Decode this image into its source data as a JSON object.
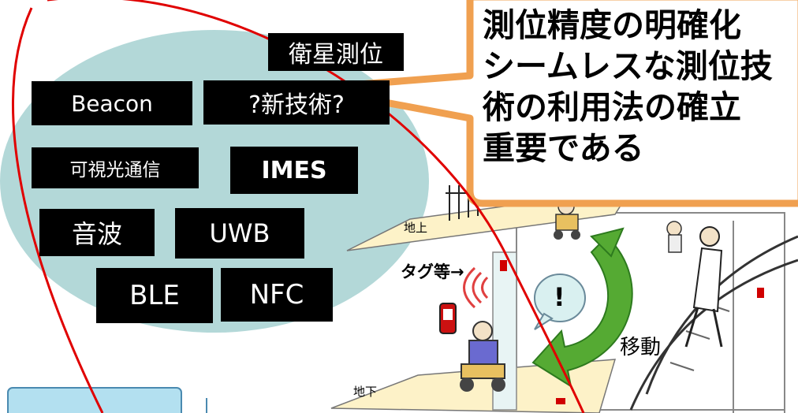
{
  "technologies": {
    "satellite": "衛星測位",
    "beacon": "Beacon",
    "new_tech": "?新技術?",
    "vlc": "可視光通信",
    "imes": "IMES",
    "sound": "音波",
    "uwb": "UWB",
    "ble": "BLE",
    "nfc": "NFC"
  },
  "callout": {
    "line1": "測位精度の明確化",
    "line2": "シームレスな測位技",
    "line3": "術の利用法の確立",
    "line4": "重要である"
  },
  "scene": {
    "ground_label": "地上",
    "tag_label": "タグ等",
    "underground_label": "地下",
    "movement_label": "移動",
    "exclamation": "!"
  },
  "colors": {
    "ellipse_fill": "#b3d8d8",
    "callout_border": "#f0a050",
    "floor_fill": "#fdf2c8",
    "red_line": "#e00000",
    "arrow_green": "#55aa33",
    "bubble_fill": "#d9f0f0"
  }
}
